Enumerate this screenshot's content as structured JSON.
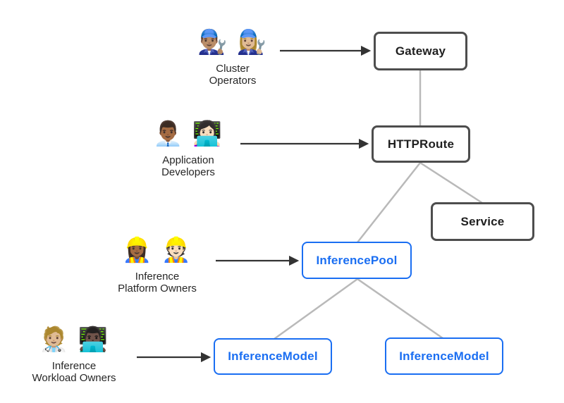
{
  "colors": {
    "accent_blue": "#1a6ef2",
    "node_border_gray": "#4d4d4d",
    "edge_gray": "#b9b9b9",
    "arrow_black": "#333333",
    "background": "#ffffff"
  },
  "actors": [
    {
      "emoji": "👨🏽‍🔧 👩🏼‍🔧",
      "label": "Cluster\nOperators"
    },
    {
      "emoji": "👨🏾‍💼 👩🏻‍💻",
      "label": "Application\nDevelopers"
    },
    {
      "emoji": "👷🏾‍♀️ 👷🏻",
      "label": "Inference\nPlatform Owners"
    },
    {
      "emoji": "🧑🏼‍⚕️ 👨🏿‍💻",
      "label": "Inference\nWorkload Owners"
    }
  ],
  "nodes": {
    "gateway": {
      "label": "Gateway",
      "style": "standard"
    },
    "httproute": {
      "label": "HTTPRoute",
      "style": "standard"
    },
    "service": {
      "label": "Service",
      "style": "standard"
    },
    "inference_pool": {
      "label": "InferencePool",
      "style": "blue"
    },
    "inference_model_1": {
      "label": "InferenceModel",
      "style": "blue"
    },
    "inference_model_2": {
      "label": "InferenceModel",
      "style": "blue"
    }
  },
  "edges": {
    "gateway_to_httproute": "Gateway — HTTPRoute",
    "httproute_to_service": "HTTPRoute — Service",
    "httproute_to_inferencepool": "HTTPRoute — InferencePool",
    "inferencepool_to_inferencemodel_1": "InferencePool — InferenceModel",
    "inferencepool_to_inferencemodel_2": "InferencePool — InferenceModel"
  }
}
